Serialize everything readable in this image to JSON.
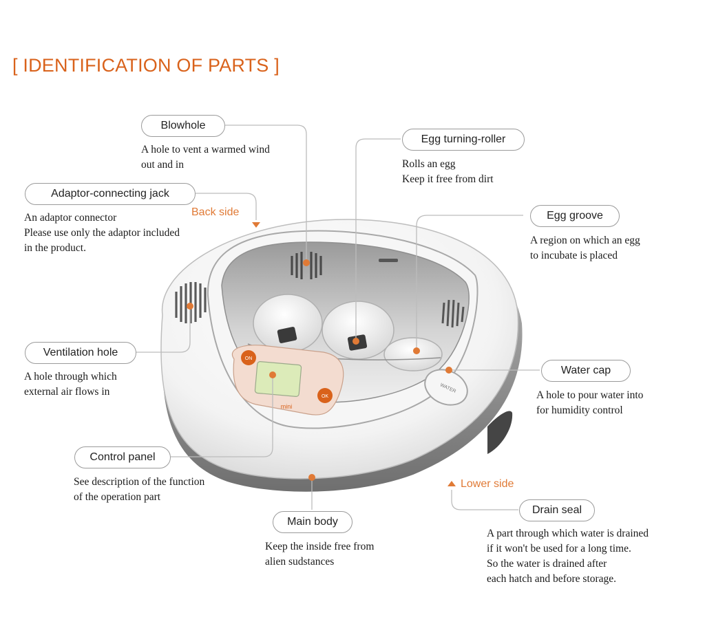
{
  "title": "[ IDENTIFICATION OF PARTS ]",
  "accent_color": "#d9621b",
  "side_labels": {
    "back": "Back side",
    "lower": "Lower side"
  },
  "panel_texts": {
    "left_button": "ON",
    "right_button": "OK",
    "brand": "mini"
  },
  "water_cap_label": "WATER",
  "parts": [
    {
      "label": "Blowhole",
      "desc": [
        "A hole to vent a warmed wind",
        "out and in"
      ]
    },
    {
      "label": "Egg turning-roller",
      "desc": [
        "Rolls an egg",
        "Keep it free from dirt"
      ]
    },
    {
      "label": "Adaptor-connecting jack",
      "desc": [
        "An adaptor connector",
        "Please use only the adaptor included",
        "in the product."
      ]
    },
    {
      "label": "Egg groove",
      "desc": [
        "A region on which an egg",
        "to incubate is placed"
      ]
    },
    {
      "label": "Ventilation hole",
      "desc": [
        "A hole through which",
        "external air flows in"
      ]
    },
    {
      "label": "Water  cap",
      "desc": [
        "A hole to pour water into",
        "for humidity  control"
      ]
    },
    {
      "label": "Control panel",
      "desc": [
        "See description of the function",
        "of the operation part"
      ]
    },
    {
      "label": "Drain seal",
      "desc": [
        "A part through which water is drained",
        "if it won't be used for a long time.",
        "So the water is drained after",
        "each hatch and before storage."
      ]
    },
    {
      "label": "Main body",
      "desc": [
        "Keep the inside free from",
        "alien sudstances"
      ]
    }
  ]
}
